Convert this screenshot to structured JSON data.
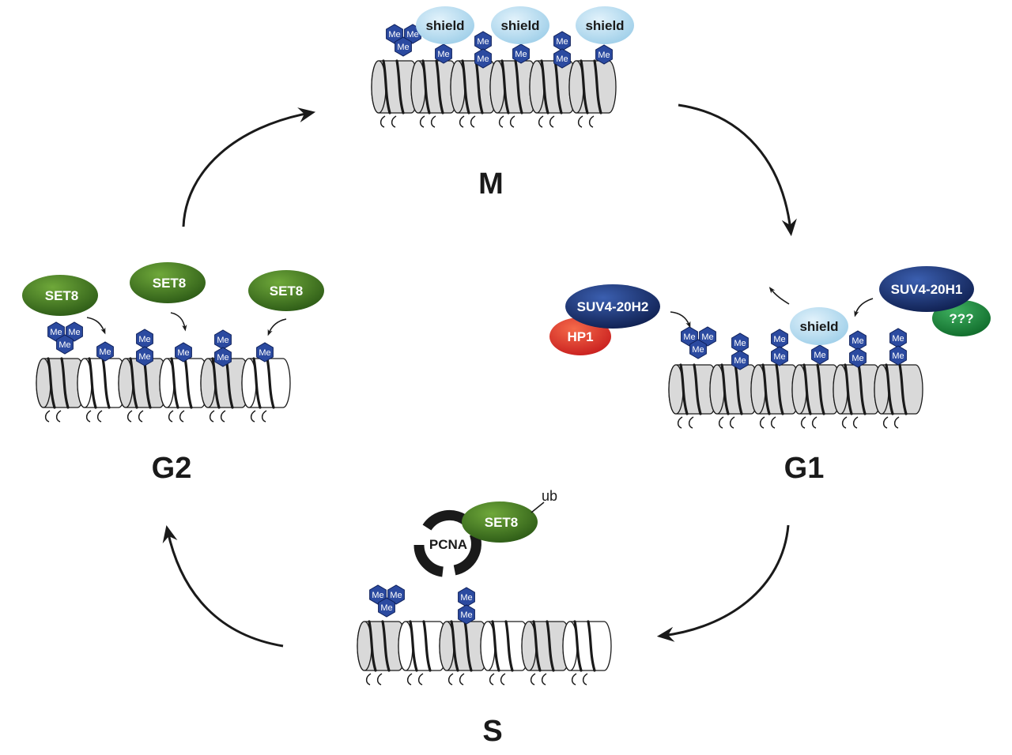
{
  "phases": {
    "m": "M",
    "g1": "G1",
    "s": "S",
    "g2": "G2"
  },
  "labels": {
    "shield": "shield",
    "set8": "SET8",
    "suv420h1": "SUV4-20H1",
    "suv420h2": "SUV4-20H2",
    "hp1": "HP1",
    "unknown": "???",
    "pcna": "PCNA",
    "ub": "ub",
    "me": "Me"
  },
  "colors": {
    "shield": "#b7dcf0",
    "set8": "#3d6e1f",
    "suv": "#1c2f6b",
    "hp1": "#e0342c",
    "unknown": "#1f8a3c",
    "me_hex": "#2b4aa0",
    "nucleosome_gray": "#d9d9d9",
    "arrow": "#1a1a1a"
  }
}
